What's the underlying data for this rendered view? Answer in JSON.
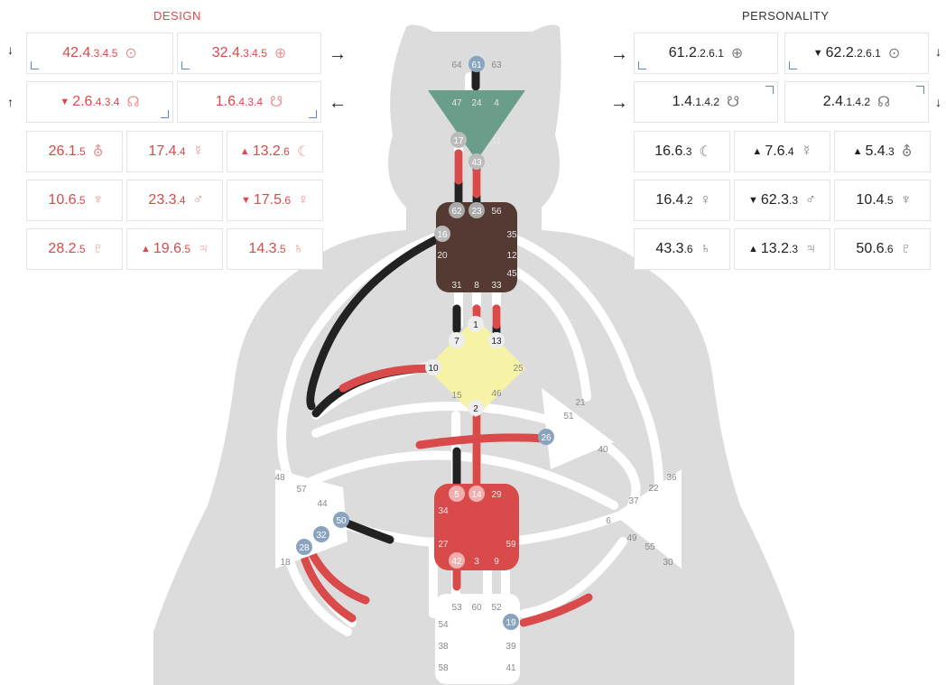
{
  "titles": {
    "design": "DESIGN",
    "personality": "PERSONALITY"
  },
  "colors": {
    "design": "#d94a4a",
    "personality": "#222222",
    "head": "#6a9e8a",
    "ajna": "#6a9e8a",
    "throat": "#553a33",
    "g": "#f7f3a6",
    "sacral": "#d94a4a",
    "body": "#dcdcdc",
    "channel": "#ffffff",
    "gateMarker": "#8aa4c0"
  },
  "arrows": {
    "design_top_left": "↓",
    "design_top_right": "→",
    "design_bottom_left": "↑",
    "design_bottom_right": "←",
    "pers_top_left": "→",
    "pers_top_right": "↓",
    "pers_bottom_left": "→",
    "pers_bottom_right": "↓"
  },
  "design": {
    "sun": {
      "main": "42.4",
      "sub": ".3.4.5",
      "symbol": "⊙"
    },
    "earth": {
      "main": "32.4",
      "sub": ".3.4.5",
      "symbol": "⊕"
    },
    "north_node": {
      "tri": "▼",
      "main": "2.6",
      "sub": ".4.3.4",
      "symbol": "☊"
    },
    "south_node": {
      "main": "1.6",
      "sub": ".4.3.4",
      "symbol": "☋"
    },
    "planets": [
      {
        "tri": "",
        "main": "26.1",
        "sub": ".5",
        "symbol": "⛢"
      },
      {
        "tri": "",
        "main": "17.4",
        "sub": ".4",
        "symbol": "☿"
      },
      {
        "tri": "▲",
        "main": "13.2",
        "sub": ".6",
        "symbol": "☾"
      },
      {
        "tri": "",
        "main": "10.6",
        "sub": ".5",
        "symbol": "♆"
      },
      {
        "tri": "",
        "main": "23.3",
        "sub": ".4",
        "symbol": "♂"
      },
      {
        "tri": "▼",
        "main": "17.5",
        "sub": ".6",
        "symbol": "♀"
      },
      {
        "tri": "",
        "main": "28.2",
        "sub": ".5",
        "symbol": "♇"
      },
      {
        "tri": "▲",
        "main": "19.6",
        "sub": ".5",
        "symbol": "♃"
      },
      {
        "tri": "",
        "main": "14.3",
        "sub": ".5",
        "symbol": "♄"
      }
    ]
  },
  "personality": {
    "sun": {
      "main": "61.2",
      "sub": ".2.6.1",
      "symbol": "⊕"
    },
    "earth": {
      "tri": "▼",
      "main": "62.2",
      "sub": ".2.6.1",
      "symbol": "⊙"
    },
    "north_node": {
      "main": "1.4",
      "sub": ".1.4.2",
      "symbol": "☋"
    },
    "south_node": {
      "main": "2.4",
      "sub": ".1.4.2",
      "symbol": "☊"
    },
    "planets": [
      {
        "tri": "",
        "main": "16.6",
        "sub": ".3",
        "symbol": "☾"
      },
      {
        "tri": "▲",
        "main": "7.6",
        "sub": ".4",
        "symbol": "☿"
      },
      {
        "tri": "▲",
        "main": "5.4",
        "sub": ".3",
        "symbol": "⛢"
      },
      {
        "tri": "",
        "main": "16.4",
        "sub": ".2",
        "symbol": "♀"
      },
      {
        "tri": "▼",
        "main": "62.3",
        "sub": ".3",
        "symbol": "♂"
      },
      {
        "tri": "",
        "main": "10.4",
        "sub": ".5",
        "symbol": "♆"
      },
      {
        "tri": "",
        "main": "43.3",
        "sub": ".6",
        "symbol": "♄"
      },
      {
        "tri": "▲",
        "main": "13.2",
        "sub": ".3",
        "symbol": "♃"
      },
      {
        "tri": "",
        "main": "50.6",
        "sub": ".6",
        "symbol": "♇"
      }
    ]
  },
  "gates": {
    "head": [
      "64",
      "61",
      "63"
    ],
    "ajna": [
      "47",
      "24",
      "4",
      "17",
      "11",
      "43"
    ],
    "throat": [
      "62",
      "23",
      "56",
      "16",
      "35",
      "20",
      "12",
      "45",
      "31",
      "8",
      "33"
    ],
    "g": [
      "1",
      "7",
      "13",
      "10",
      "25",
      "15",
      "46",
      "2"
    ],
    "heart": [
      "21",
      "51",
      "26",
      "40"
    ],
    "spleen": [
      "48",
      "57",
      "44",
      "50",
      "32",
      "28",
      "18"
    ],
    "solar": [
      "36",
      "22",
      "37",
      "6",
      "49",
      "55",
      "30"
    ],
    "sacral": [
      "5",
      "14",
      "29",
      "34",
      "27",
      "59",
      "42",
      "3",
      "9"
    ],
    "root": [
      "53",
      "60",
      "52",
      "54",
      "19",
      "38",
      "39",
      "58",
      "41"
    ]
  }
}
